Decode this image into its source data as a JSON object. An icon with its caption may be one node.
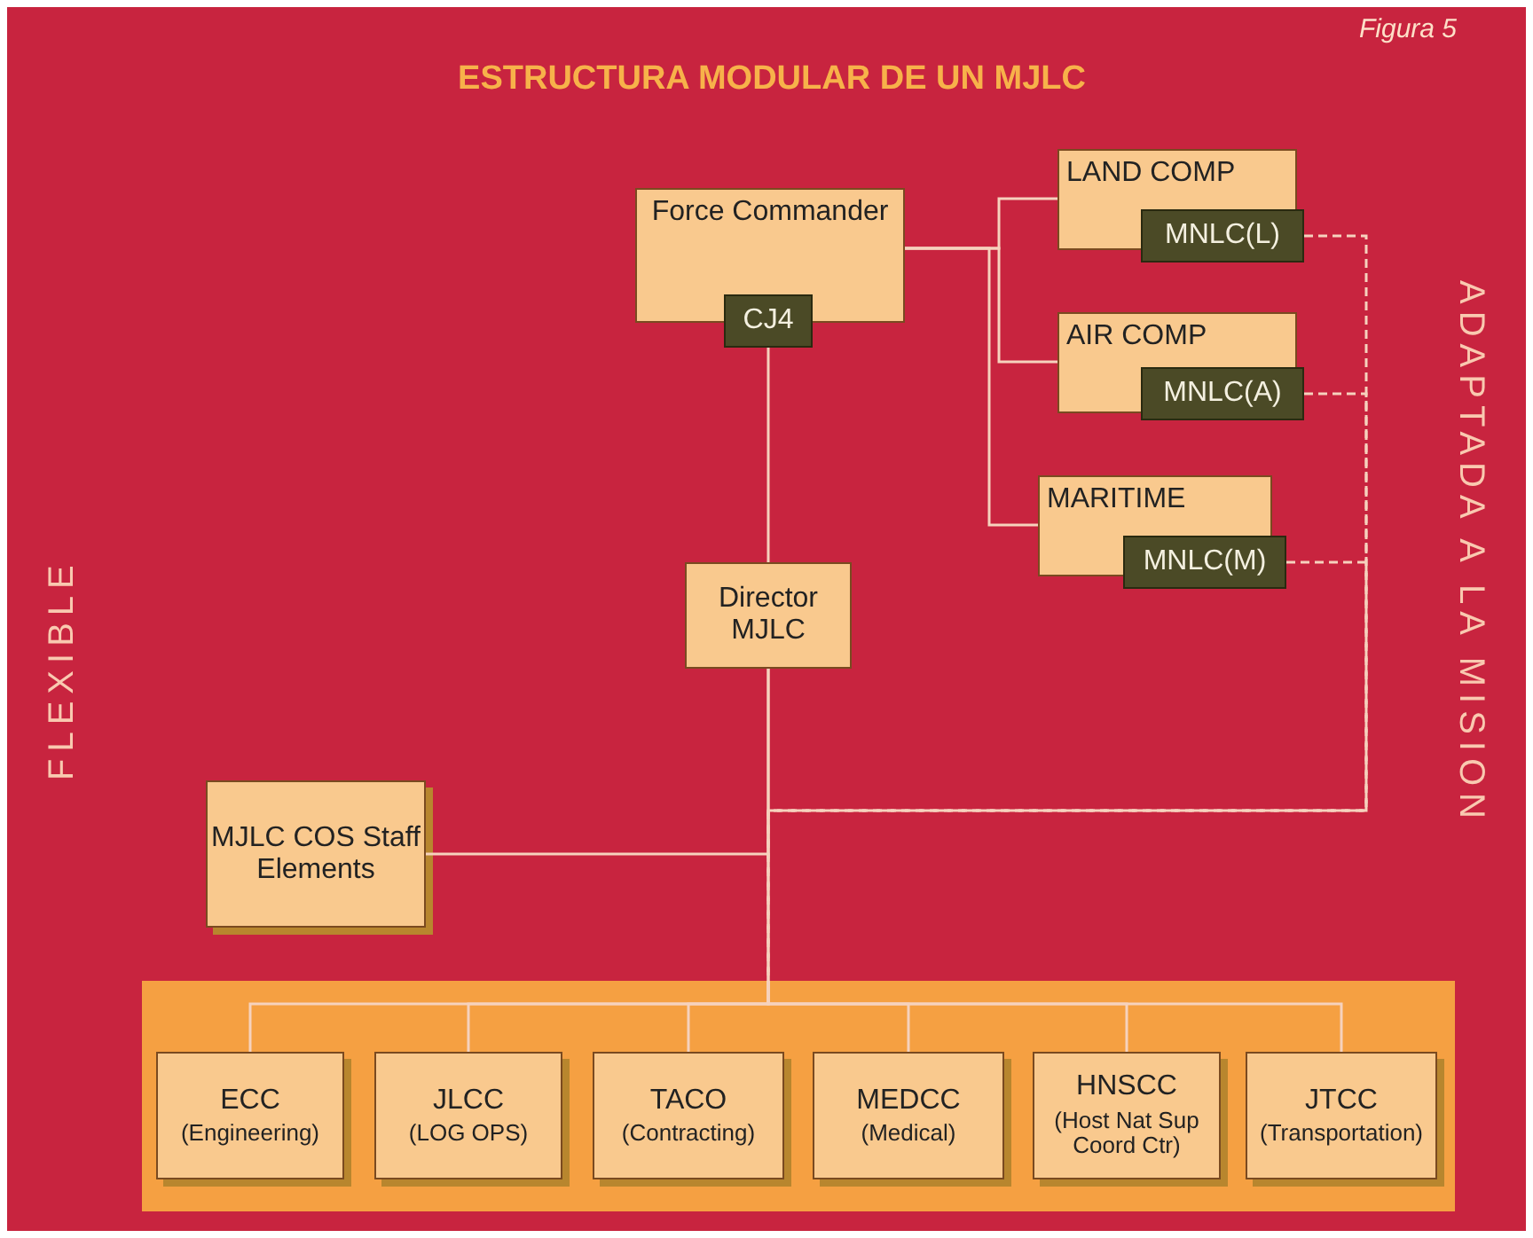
{
  "diagram": {
    "title": "ESTRUCTURA MODULAR DE UN MJLC",
    "nodes": [
      {
        "text": [
          "Force Commander"
        ]
      },
      {
        "text": [
          "CJ4"
        ]
      },
      {
        "text": [
          "LAND COMP"
        ]
      },
      {
        "text": [
          "MNLC(L)"
        ]
      },
      {
        "text": [
          "AIR COMP"
        ]
      },
      {
        "text": [
          "MNLC(A)"
        ]
      },
      {
        "text": [
          "MARITIME"
        ]
      },
      {
        "text": [
          "MNLC(M)"
        ]
      },
      {
        "text": [
          "Director MJLC"
        ]
      },
      {
        "text": [
          "MJLC COS Staff Elements"
        ]
      },
      {
        "text": [],
        "shape": "box"
      },
      {
        "text": [
          "ECC",
          "(Engineering)"
        ],
        "in": 10
      },
      {
        "text": [
          "JLCC",
          "(LOG OPS)"
        ],
        "in": 10
      },
      {
        "text": [
          "TACO",
          "(Contracting)"
        ],
        "in": 10
      },
      {
        "text": [
          "MEDCC",
          "(Medical)"
        ],
        "in": 10
      },
      {
        "text": [
          "HNSCC",
          "(Host Nat Sup Coord Ctr)"
        ],
        "in": 10
      },
      {
        "text": [
          "JTCC",
          "(Transportation)"
        ],
        "in": 10
      }
    ],
    "edges": [
      {
        "from": 0,
        "to": 2,
        "arrow": "none"
      },
      {
        "from": 0,
        "to": 4,
        "arrow": "none"
      },
      {
        "from": 0,
        "to": 6,
        "arrow": "none"
      },
      {
        "from": 1,
        "to": 8,
        "arrow": "none"
      },
      {
        "from": 8,
        "to": 9,
        "arrow": "none"
      },
      {
        "from": 8,
        "to": 10,
        "arrow": "none"
      },
      {
        "from": 3,
        "to": 10,
        "arrow": "none",
        "style": "dashed"
      },
      {
        "from": 5,
        "to": 10,
        "arrow": "none",
        "style": "dashed"
      },
      {
        "from": 7,
        "to": 10,
        "arrow": "none",
        "style": "dashed"
      },
      {
        "from": 10,
        "to": 11,
        "arrow": "none"
      },
      {
        "from": 10,
        "to": 12,
        "arrow": "none"
      },
      {
        "from": 10,
        "to": 13,
        "arrow": "none"
      },
      {
        "from": 10,
        "to": 14,
        "arrow": "none"
      },
      {
        "from": 10,
        "to": 15,
        "arrow": "none"
      },
      {
        "from": 10,
        "to": 16,
        "arrow": "none"
      }
    ],
    "labels": [
      "Figura 5",
      "FLEXIBLE",
      "ADAPTADA A LA MISION"
    ]
  }
}
